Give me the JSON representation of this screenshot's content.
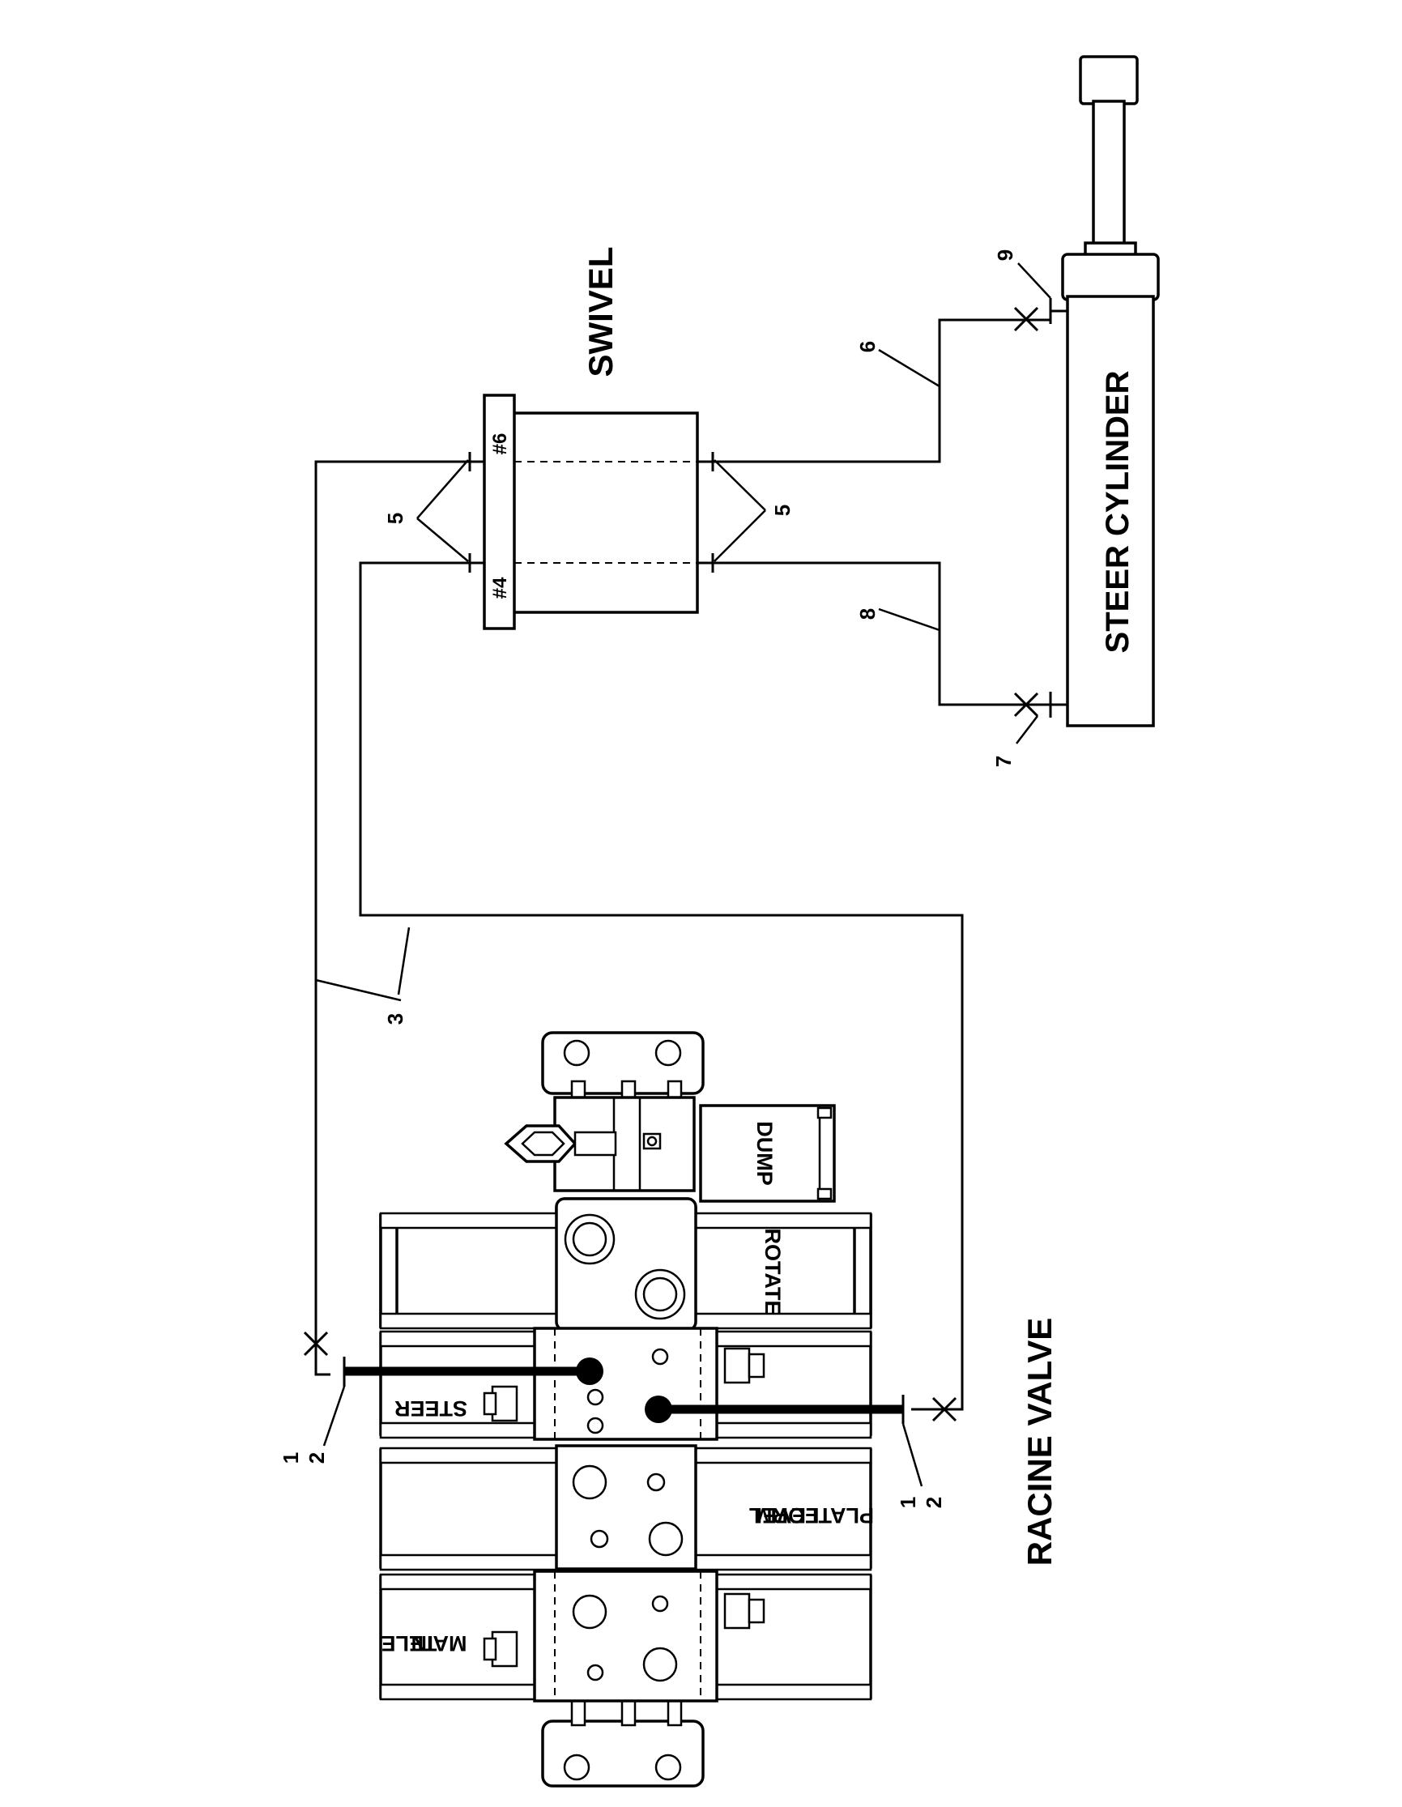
{
  "labels": {
    "swivel": "SWIVEL",
    "steer_cylinder": "STEER CYLINDER",
    "racine_valve": "RACINE VALVE",
    "port_4": "#4",
    "port_6": "#6"
  },
  "sections": {
    "dump": "DUMP",
    "rotate": "ROTATE",
    "steer": "STEER",
    "platform_line1": "PLATFORM",
    "platform_line2": "LEVEL",
    "main_line1": "MAIN",
    "main_line2": "TELE"
  },
  "callouts": {
    "c1a": "1",
    "c2a": "2",
    "c1b": "1",
    "c2b": "2",
    "c3": "3",
    "c5a": "5",
    "c5b": "5",
    "c6": "6",
    "c7": "7",
    "c8": "8",
    "c9": "9"
  }
}
